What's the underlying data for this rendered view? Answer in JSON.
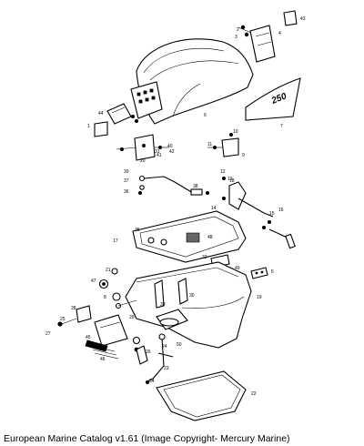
{
  "caption": "European Marine Catalog v1.61 (Image Copyright- Mercury Marine)",
  "callouts": [
    "1",
    "2",
    "3",
    "4",
    "5",
    "6",
    "7",
    "8",
    "9",
    "10",
    "11",
    "12",
    "13",
    "14",
    "15",
    "16",
    "17",
    "18",
    "19",
    "20",
    "21",
    "22",
    "23",
    "24",
    "25",
    "26",
    "27",
    "28",
    "29",
    "30",
    "31",
    "32",
    "33",
    "34",
    "35",
    "36",
    "37",
    "38",
    "39",
    "40",
    "41",
    "42",
    "43",
    "44",
    "45",
    "46",
    "47",
    "48",
    "49",
    "50"
  ],
  "decal_text": "250"
}
